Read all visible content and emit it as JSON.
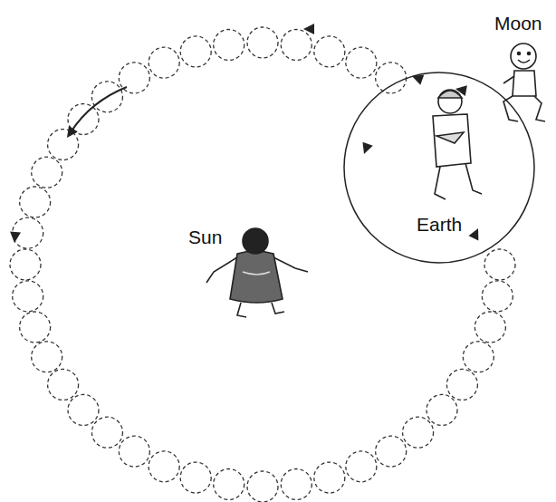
{
  "diagram": {
    "labels": [
      "Moon",
      "Earth",
      "Sun"
    ]
  }
}
